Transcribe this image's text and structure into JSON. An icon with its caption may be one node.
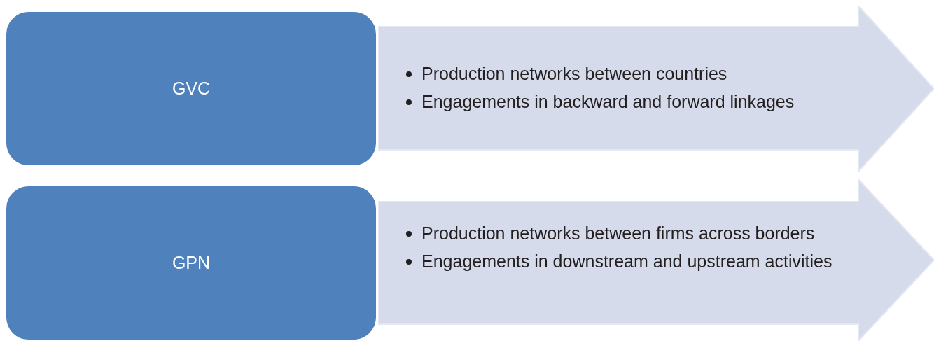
{
  "diagram": {
    "nodes": [
      {
        "text": [
          "GVC"
        ]
      },
      {
        "text": [
          "Production networks between countries",
          "Engagements in backward and forward linkages"
        ]
      },
      {
        "text": [
          "GPN"
        ]
      },
      {
        "text": [
          "Production networks between firms across borders",
          "Engagements in downstream and upstream activities"
        ]
      }
    ]
  }
}
